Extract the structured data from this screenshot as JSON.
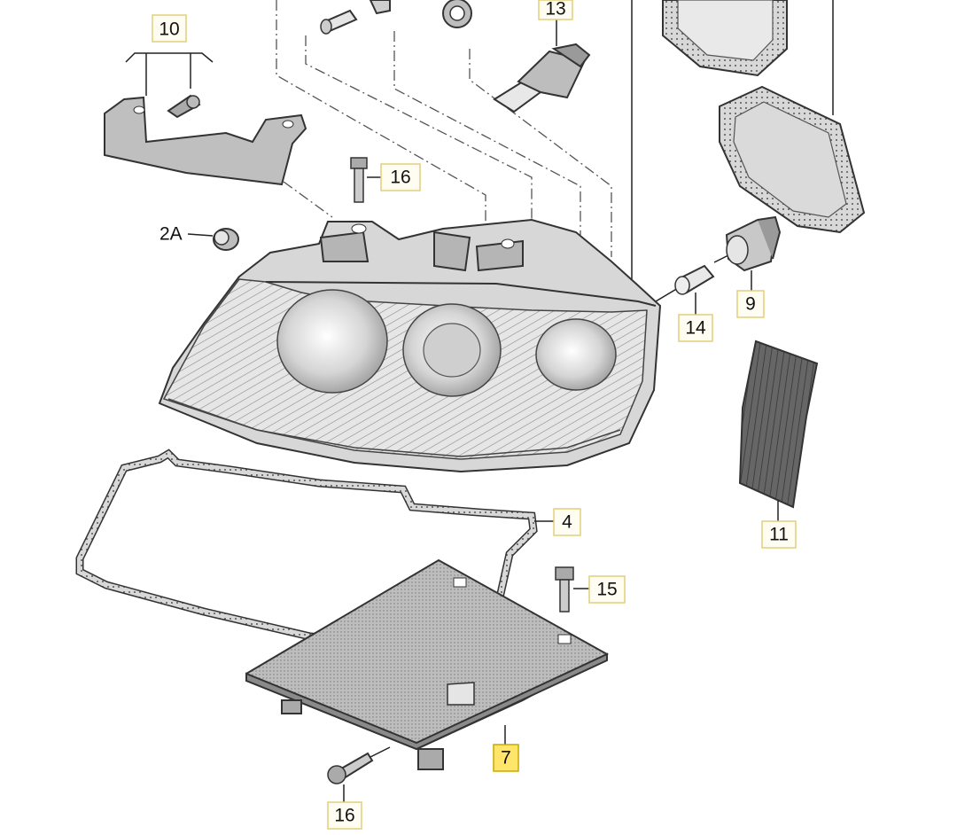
{
  "callouts": {
    "p10": "10",
    "p13": "13",
    "p16_top": "16",
    "p2a": "2A",
    "p14": "14",
    "p9": "9",
    "p4": "4",
    "p15": "15",
    "p11": "11",
    "p7": "7",
    "p16_bottom": "16"
  },
  "colors": {
    "highlight": "#ffe66b",
    "label_box": "#fffdf2",
    "part_fill": "#cfcfcf",
    "part_dark": "#8a8a8a"
  }
}
